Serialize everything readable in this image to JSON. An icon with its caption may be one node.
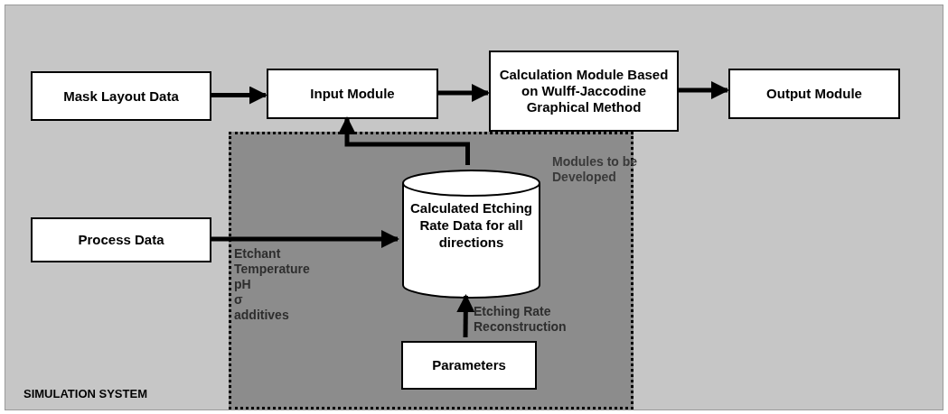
{
  "diagram": {
    "nodes": [
      {
        "text": [
          "SIMULATION SYSTEM"
        ]
      },
      {
        "text": [
          "Mask Layout Data"
        ],
        "in": 0
      },
      {
        "text": [
          "Input Module"
        ],
        "in": 0
      },
      {
        "text": [
          "Calculation Module Based on Wulff-Jaccodine Graphical Method"
        ],
        "in": 0
      },
      {
        "text": [
          "Output Module"
        ],
        "in": 0
      },
      {
        "text": [
          "Process Data"
        ],
        "in": 0
      },
      {
        "text": [
          "Modules to be Developed"
        ],
        "in": 0
      },
      {
        "text": [
          "Calculated Etching Rate Data for all directions"
        ],
        "in": 6
      },
      {
        "text": [
          "Parameters"
        ],
        "in": 6
      }
    ],
    "edges": [
      {
        "from": 1,
        "to": 2,
        "arrow": "to"
      },
      {
        "from": 2,
        "to": 3,
        "arrow": "to"
      },
      {
        "from": 3,
        "to": 4,
        "arrow": "to"
      },
      {
        "from": 7,
        "to": 2,
        "arrow": "to"
      },
      {
        "from": 5,
        "to": 7,
        "arrow": "to"
      },
      {
        "from": 8,
        "to": 7,
        "arrow": "to",
        "label": "Etching Rate Reconstruction"
      }
    ],
    "labels": [
      "Etchant",
      "Temperature",
      "pH",
      "σ",
      "additives"
    ]
  }
}
